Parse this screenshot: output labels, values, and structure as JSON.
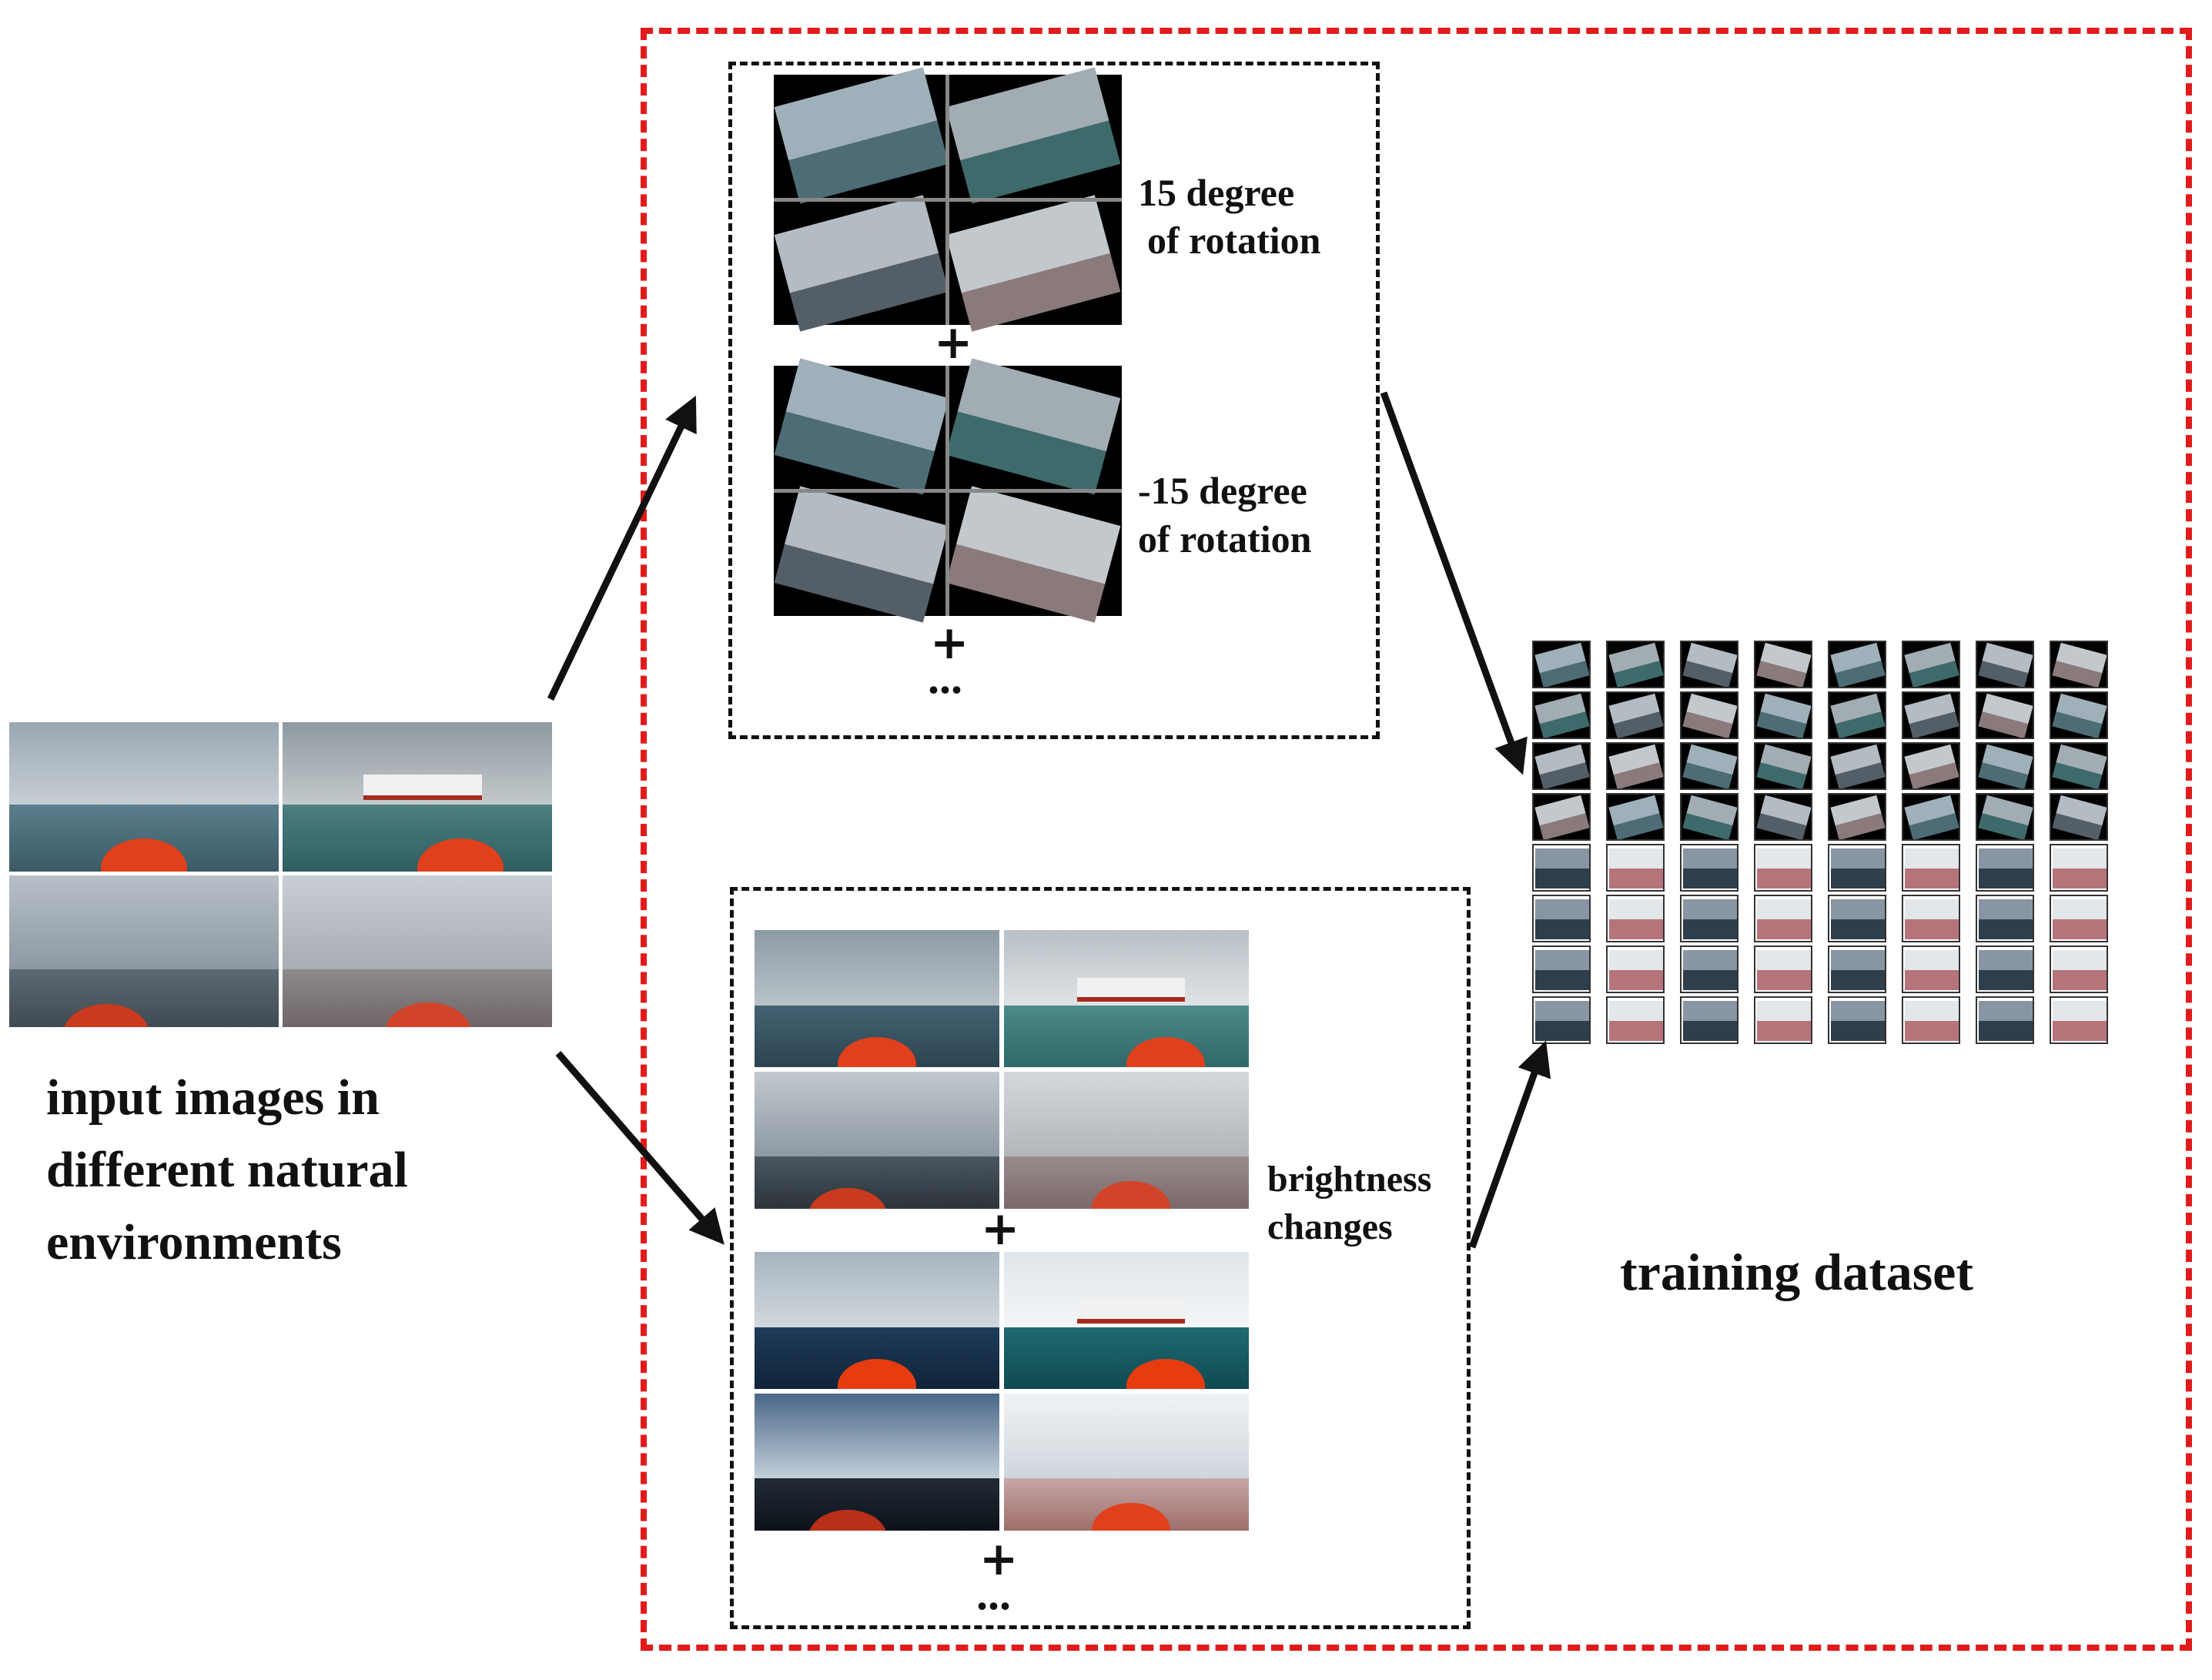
{
  "labels": {
    "input": [
      "input images in",
      "different natural",
      "environments"
    ],
    "rot_pos": [
      "15 degree",
      "of rotation"
    ],
    "rot_neg": [
      "-15 degree",
      "of rotation"
    ],
    "brightness": [
      "brightness",
      "changes"
    ],
    "training": "training dataset",
    "plus": "+",
    "ellipsis": "..."
  },
  "colors": {
    "red_frame": "#e11b1b",
    "boat_orange": "#e0401c",
    "sea_teal": "#3f6f72",
    "sky_grey": "#a9b6bf"
  }
}
